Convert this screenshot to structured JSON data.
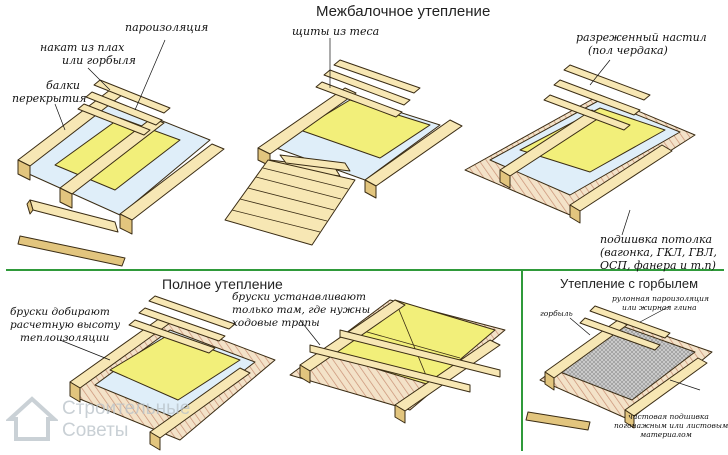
{
  "titles": {
    "interbeam": "Межбалочное утепление",
    "full": "Полное утепление",
    "gorbyl": "Утепление с горбылем"
  },
  "labels": {
    "vapor_barrier": "пароизоляция",
    "slab_line1": "накат из плах",
    "slab_line2": "или горбыля",
    "beams_line1": "балки",
    "beams_line2": "перекрытия",
    "boards": "щиты из теса",
    "attic_line1": "разреженный настил",
    "attic_line2": "(пол чердака)",
    "ceiling_line1": "подшивка потолка",
    "ceiling_line2": "(вагонка, ГКЛ, ГВЛ,",
    "ceiling_line3": "ОСП, фанера и т.п)",
    "bars_line1": "бруски добирают",
    "bars_line2": "расчетную высоту",
    "bars_line3": "теплоизоляции",
    "walk_line1": "бруски устанавливают",
    "walk_line2": "только там, где нужны",
    "walk_line3": "ходовые трапы",
    "roll_line1": "рулонная пароизоляция",
    "roll_line2": "или жирная глина",
    "gorbyl": "горбыль",
    "finish_line1": "чистовая подшивка",
    "finish_line2": "погонажным или листовым",
    "finish_line3": "материалом"
  },
  "watermark": {
    "line1": "Строительные",
    "line2": "Советы"
  },
  "colors": {
    "wood": "#f7e7b4",
    "wood_dark": "#e2c57e",
    "insulation": "#f2ef7a",
    "vapor": "#dfeef9",
    "outline": "#3a2c14",
    "divider": "#2f9a3a",
    "hatch": "#d4a38d"
  }
}
